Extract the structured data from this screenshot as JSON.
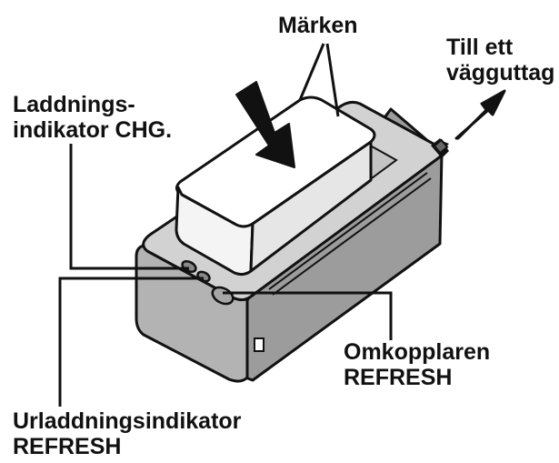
{
  "labels": {
    "marks": "Märken",
    "wall_outlet": [
      "Till ett",
      "vägguttag"
    ],
    "charge_indicator": [
      "Laddnings-",
      "indikator CHG."
    ],
    "refresh_switch": [
      "Omkopplaren",
      "REFRESH"
    ],
    "discharge_indicator": [
      "Urladdningsindikator",
      "REFRESH"
    ]
  },
  "colors": {
    "ink": "#111111",
    "body_fill": "#b3b3b3",
    "body_dark": "#9c9c9c",
    "top_fill": "#d2d2d2",
    "battery_fill": "#ffffff"
  },
  "icons": [
    "insert-arrow-icon",
    "outlet-arrow-icon"
  ]
}
